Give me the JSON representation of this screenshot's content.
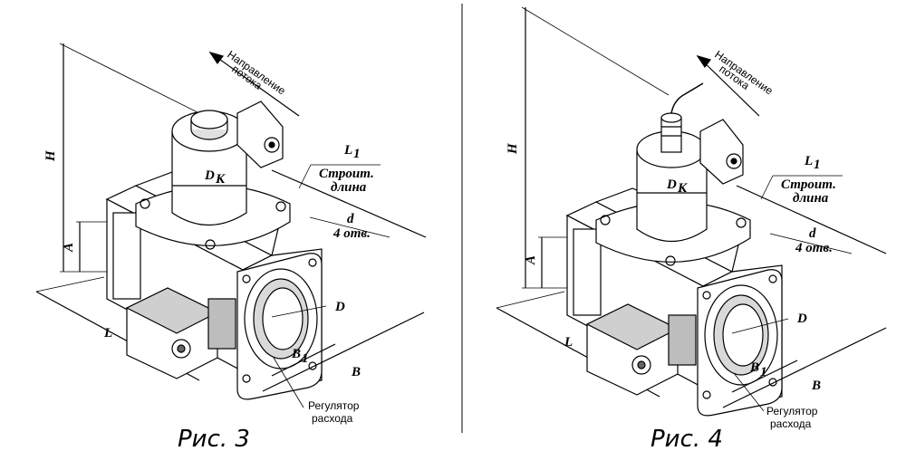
{
  "figures": [
    {
      "caption": "Рис. 3",
      "flow_label_line1": "Направление",
      "flow_label_line2": "потока",
      "dim_H": "H",
      "dim_A": "A",
      "dim_L": "L",
      "dim_Dk": "D",
      "dim_Dk_sub": "К",
      "dim_L1": "L",
      "dim_L1_sub": "1",
      "build_line1": "Строит.",
      "build_line2": "длина",
      "holes_d": "d",
      "holes_count": "4 отв.",
      "dim_D": "D",
      "dim_B1": "B",
      "dim_B1_sub": "1",
      "dim_B": "B",
      "regulator_line1": "Регулятор",
      "regulator_line2": "расхода"
    },
    {
      "caption": "Рис. 4",
      "flow_label_line1": "Направление",
      "flow_label_line2": "потока",
      "dim_H": "H",
      "dim_A": "A",
      "dim_L": "L",
      "dim_Dk": "D",
      "dim_Dk_sub": "К",
      "dim_L1": "L",
      "dim_L1_sub": "1",
      "build_line1": "Строит.",
      "build_line2": "длина",
      "holes_d": "d",
      "holes_count": "4 отв.",
      "dim_D": "D",
      "dim_B1": "B",
      "dim_B1_sub": "1",
      "dim_B": "B",
      "regulator_line1": "Регулятор",
      "regulator_line2": "расхода"
    }
  ],
  "colors": {
    "line": "#000000",
    "background": "#ffffff",
    "shade": "#bdbdbd",
    "dark": "#4a4a4a"
  }
}
